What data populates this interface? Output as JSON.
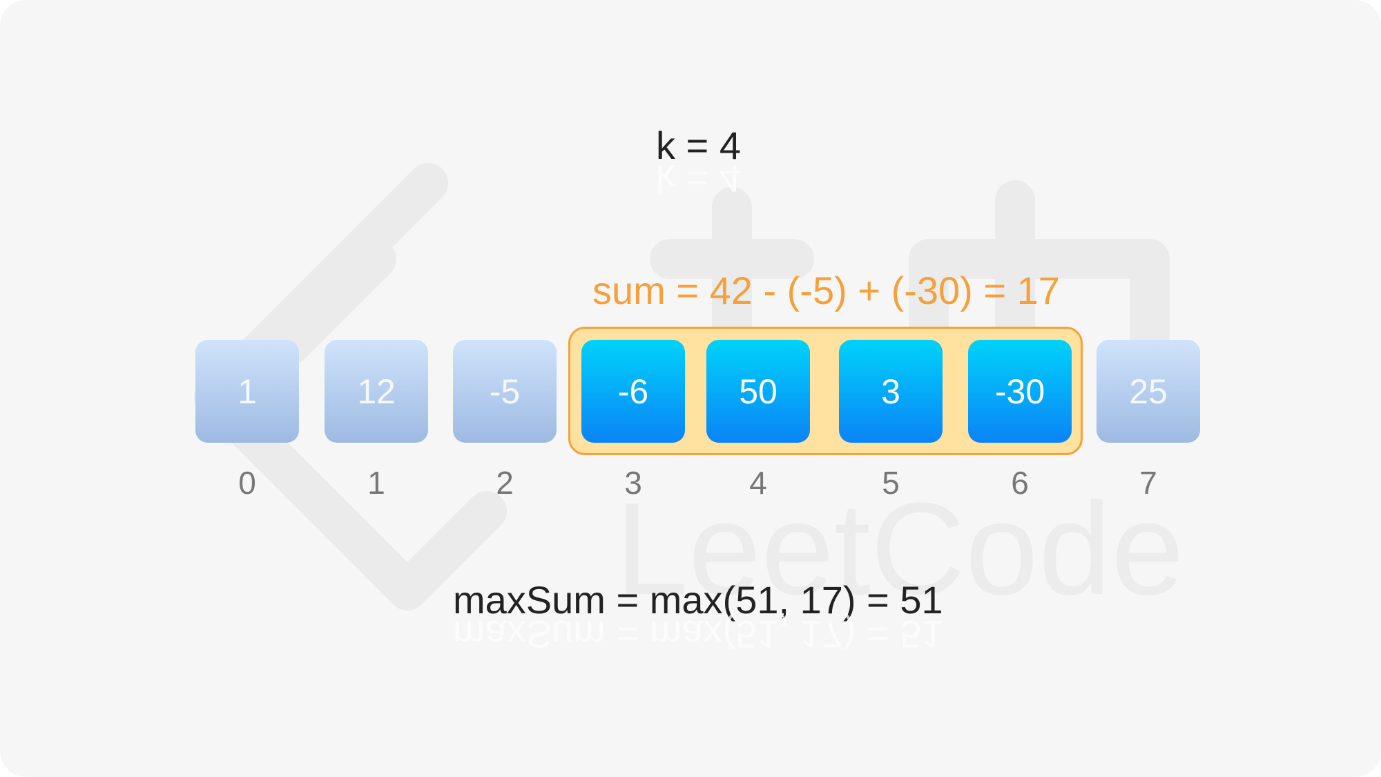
{
  "k_label": "k = 4",
  "sum_label": "sum = 42 - (-5) + (-30) = 17",
  "max_label": "maxSum = max(51, 17) = 51",
  "array": [
    {
      "value": "1",
      "index": "0",
      "active": false
    },
    {
      "value": "12",
      "index": "1",
      "active": false
    },
    {
      "value": "-5",
      "index": "2",
      "active": false
    },
    {
      "value": "-6",
      "index": "3",
      "active": true
    },
    {
      "value": "50",
      "index": "4",
      "active": true
    },
    {
      "value": "3",
      "index": "5",
      "active": true
    },
    {
      "value": "-30",
      "index": "6",
      "active": true
    },
    {
      "value": "25",
      "index": "7",
      "active": false
    }
  ],
  "watermark_text": "LeetCode",
  "colors": {
    "background": "#f6f6f6",
    "active_cell_top": "#00d2fa",
    "active_cell_bottom": "#0a84f6",
    "inactive_cell_top": "#cfe3fb",
    "inactive_cell_bottom": "#9ebae2",
    "window_fill": "#ffe1a0",
    "window_border": "#f4a23c",
    "sum_text": "#f5a03a",
    "index_text": "#777777"
  }
}
